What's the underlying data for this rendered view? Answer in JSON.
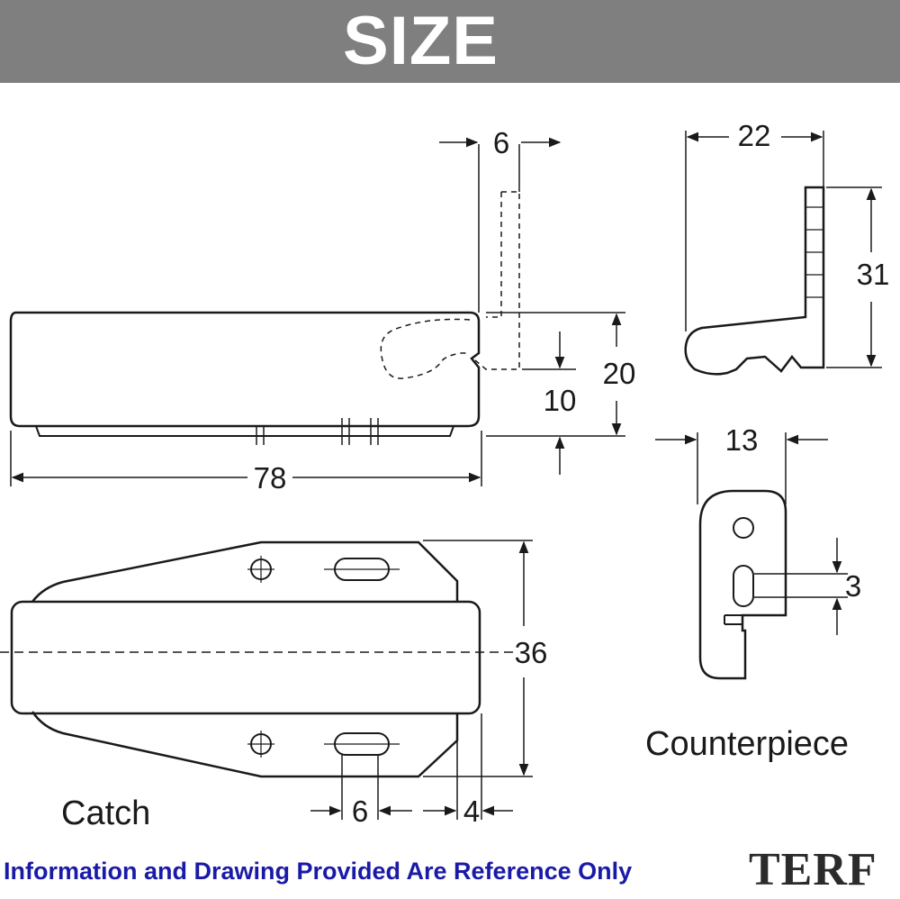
{
  "header": {
    "title": "SIZE",
    "background": "#7f7f7f"
  },
  "dimensions": {
    "catch_length": "78",
    "catch_height": "20",
    "catch_offset": "10",
    "catch_latch_width": "6",
    "catch_width": "36",
    "catch_slot_width": "6",
    "catch_edge_gap": "4",
    "counterpiece_depth": "22",
    "counterpiece_height": "31",
    "counterpiece_width": "13",
    "counterpiece_slot": "3"
  },
  "labels": {
    "catch": "Catch",
    "counterpiece": "Counterpiece"
  },
  "footer": {
    "disclaimer": "Information and Drawing Provided Are Reference Only",
    "color": "#1a1aa8"
  },
  "brand": {
    "text": "TERF"
  }
}
